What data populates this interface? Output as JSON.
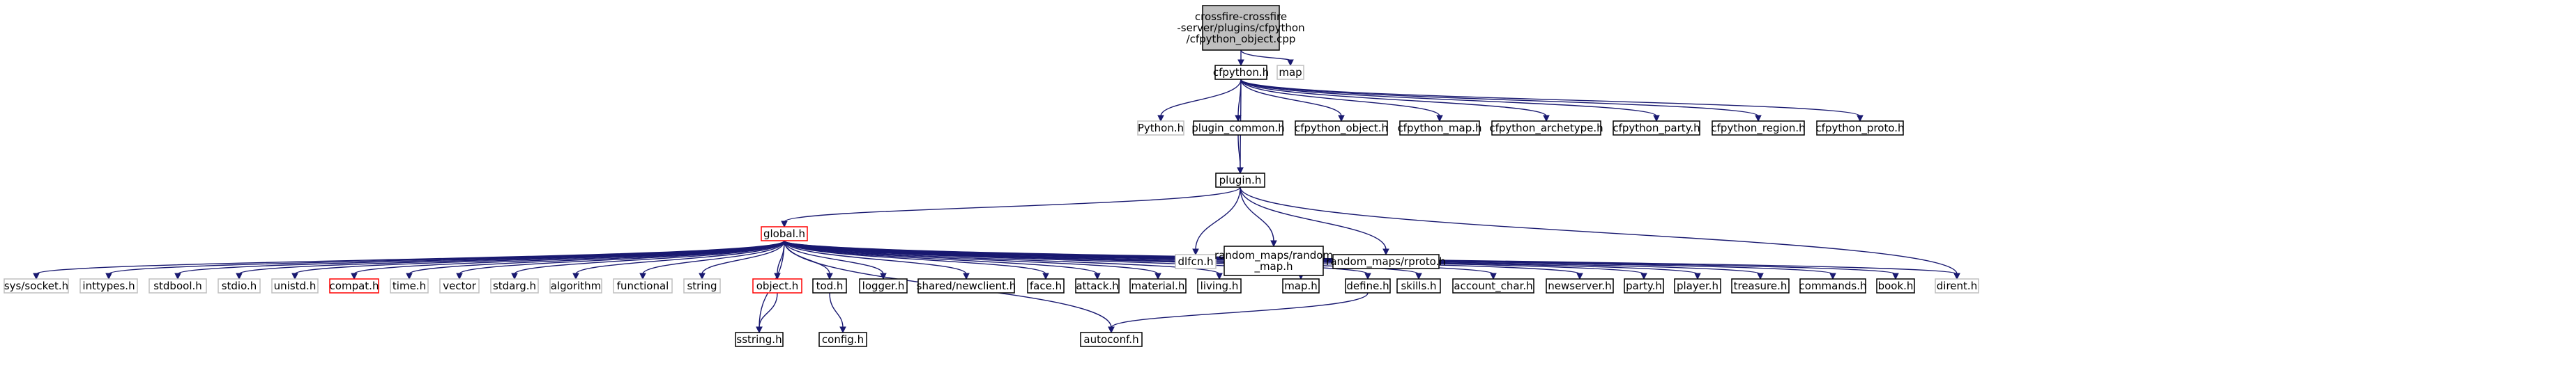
{
  "diagram": {
    "nodes": [
      {
        "id": "root",
        "lines": [
          "crossfire-crossfire",
          "-server/plugins/cfpython",
          "/cfpython_object.cpp"
        ],
        "style": "root"
      },
      {
        "id": "cfpython_h",
        "lines": [
          "cfpython.h"
        ],
        "style": "solid"
      },
      {
        "id": "map",
        "lines": [
          "map"
        ],
        "style": "grey"
      },
      {
        "id": "python_h",
        "lines": [
          "Python.h"
        ],
        "style": "grey"
      },
      {
        "id": "plugin_common_h",
        "lines": [
          "plugin_common.h"
        ],
        "style": "solid"
      },
      {
        "id": "cfpython_object_h",
        "lines": [
          "cfpython_object.h"
        ],
        "style": "solid"
      },
      {
        "id": "cfpython_map_h",
        "lines": [
          "cfpython_map.h"
        ],
        "style": "solid"
      },
      {
        "id": "cfpython_archetype_h",
        "lines": [
          "cfpython_archetype.h"
        ],
        "style": "solid"
      },
      {
        "id": "cfpython_party_h",
        "lines": [
          "cfpython_party.h"
        ],
        "style": "solid"
      },
      {
        "id": "cfpython_region_h",
        "lines": [
          "cfpython_region.h"
        ],
        "style": "solid"
      },
      {
        "id": "cfpython_proto_h",
        "lines": [
          "cfpython_proto.h"
        ],
        "style": "solid"
      },
      {
        "id": "plugin_h",
        "lines": [
          "plugin.h"
        ],
        "style": "solid"
      },
      {
        "id": "global_h",
        "lines": [
          "global.h"
        ],
        "style": "red"
      },
      {
        "id": "dlfcn_h",
        "lines": [
          "dlfcn.h"
        ],
        "style": "grey"
      },
      {
        "id": "random_map_h",
        "lines": [
          "random_maps/random",
          "_map.h"
        ],
        "style": "solid"
      },
      {
        "id": "rproto_h",
        "lines": [
          "random_maps/rproto.h"
        ],
        "style": "solid"
      },
      {
        "id": "dirent_h",
        "lines": [
          "dirent.h"
        ],
        "style": "grey"
      },
      {
        "id": "sys_socket_h",
        "lines": [
          "sys/socket.h"
        ],
        "style": "grey"
      },
      {
        "id": "inttypes_h",
        "lines": [
          "inttypes.h"
        ],
        "style": "grey"
      },
      {
        "id": "stdbool_h",
        "lines": [
          "stdbool.h"
        ],
        "style": "grey"
      },
      {
        "id": "stdio_h",
        "lines": [
          "stdio.h"
        ],
        "style": "grey"
      },
      {
        "id": "unistd_h",
        "lines": [
          "unistd.h"
        ],
        "style": "grey"
      },
      {
        "id": "compat_h",
        "lines": [
          "compat.h"
        ],
        "style": "red"
      },
      {
        "id": "time_h",
        "lines": [
          "time.h"
        ],
        "style": "grey"
      },
      {
        "id": "vector",
        "lines": [
          "vector"
        ],
        "style": "grey"
      },
      {
        "id": "stdarg_h",
        "lines": [
          "stdarg.h"
        ],
        "style": "grey"
      },
      {
        "id": "algorithm",
        "lines": [
          "algorithm"
        ],
        "style": "grey"
      },
      {
        "id": "functional",
        "lines": [
          "functional"
        ],
        "style": "grey"
      },
      {
        "id": "string",
        "lines": [
          "string"
        ],
        "style": "grey"
      },
      {
        "id": "object_h",
        "lines": [
          "object.h"
        ],
        "style": "red"
      },
      {
        "id": "tod_h",
        "lines": [
          "tod.h"
        ],
        "style": "solid"
      },
      {
        "id": "logger_h",
        "lines": [
          "logger.h"
        ],
        "style": "solid"
      },
      {
        "id": "shared_newclient_h",
        "lines": [
          "shared/newclient.h"
        ],
        "style": "solid"
      },
      {
        "id": "face_h",
        "lines": [
          "face.h"
        ],
        "style": "solid"
      },
      {
        "id": "attack_h",
        "lines": [
          "attack.h"
        ],
        "style": "solid"
      },
      {
        "id": "material_h",
        "lines": [
          "material.h"
        ],
        "style": "solid"
      },
      {
        "id": "living_h",
        "lines": [
          "living.h"
        ],
        "style": "solid"
      },
      {
        "id": "map_h",
        "lines": [
          "map.h"
        ],
        "style": "solid"
      },
      {
        "id": "define_h",
        "lines": [
          "define.h"
        ],
        "style": "solid"
      },
      {
        "id": "skills_h",
        "lines": [
          "skills.h"
        ],
        "style": "solid"
      },
      {
        "id": "account_char_h",
        "lines": [
          "account_char.h"
        ],
        "style": "solid"
      },
      {
        "id": "newserver_h",
        "lines": [
          "newserver.h"
        ],
        "style": "solid"
      },
      {
        "id": "party_h",
        "lines": [
          "party.h"
        ],
        "style": "solid"
      },
      {
        "id": "player_h",
        "lines": [
          "player.h"
        ],
        "style": "solid"
      },
      {
        "id": "treasure_h",
        "lines": [
          "treasure.h"
        ],
        "style": "solid"
      },
      {
        "id": "commands_h",
        "lines": [
          "commands.h"
        ],
        "style": "solid"
      },
      {
        "id": "book_h",
        "lines": [
          "book.h"
        ],
        "style": "solid"
      },
      {
        "id": "sstring_h",
        "lines": [
          "sstring.h"
        ],
        "style": "solid"
      },
      {
        "id": "config_h",
        "lines": [
          "config.h"
        ],
        "style": "solid"
      },
      {
        "id": "autoconf_h",
        "lines": [
          "autoconf.h"
        ],
        "style": "solid"
      }
    ],
    "edges": [
      [
        "root",
        "cfpython_h"
      ],
      [
        "root",
        "map"
      ],
      [
        "cfpython_h",
        "python_h"
      ],
      [
        "cfpython_h",
        "plugin_common_h"
      ],
      [
        "cfpython_h",
        "plugin_h"
      ],
      [
        "cfpython_h",
        "cfpython_object_h"
      ],
      [
        "cfpython_h",
        "cfpython_map_h"
      ],
      [
        "cfpython_h",
        "cfpython_archetype_h"
      ],
      [
        "cfpython_h",
        "cfpython_party_h"
      ],
      [
        "cfpython_h",
        "cfpython_region_h"
      ],
      [
        "cfpython_h",
        "cfpython_proto_h"
      ],
      [
        "plugin_common_h",
        "plugin_h"
      ],
      [
        "plugin_h",
        "global_h"
      ],
      [
        "plugin_h",
        "dlfcn_h"
      ],
      [
        "plugin_h",
        "random_map_h"
      ],
      [
        "plugin_h",
        "rproto_h"
      ],
      [
        "plugin_h",
        "dirent_h"
      ],
      [
        "global_h",
        "sys_socket_h"
      ],
      [
        "global_h",
        "inttypes_h"
      ],
      [
        "global_h",
        "stdbool_h"
      ],
      [
        "global_h",
        "stdio_h"
      ],
      [
        "global_h",
        "unistd_h"
      ],
      [
        "global_h",
        "compat_h"
      ],
      [
        "global_h",
        "time_h"
      ],
      [
        "global_h",
        "vector"
      ],
      [
        "global_h",
        "stdarg_h"
      ],
      [
        "global_h",
        "algorithm"
      ],
      [
        "global_h",
        "functional"
      ],
      [
        "global_h",
        "string"
      ],
      [
        "global_h",
        "object_h"
      ],
      [
        "global_h",
        "tod_h"
      ],
      [
        "global_h",
        "logger_h"
      ],
      [
        "global_h",
        "shared_newclient_h"
      ],
      [
        "global_h",
        "face_h"
      ],
      [
        "global_h",
        "attack_h"
      ],
      [
        "global_h",
        "material_h"
      ],
      [
        "global_h",
        "living_h"
      ],
      [
        "global_h",
        "map_h"
      ],
      [
        "global_h",
        "define_h"
      ],
      [
        "global_h",
        "skills_h"
      ],
      [
        "global_h",
        "account_char_h"
      ],
      [
        "global_h",
        "newserver_h"
      ],
      [
        "global_h",
        "party_h"
      ],
      [
        "global_h",
        "player_h"
      ],
      [
        "global_h",
        "treasure_h"
      ],
      [
        "global_h",
        "commands_h"
      ],
      [
        "global_h",
        "book_h"
      ],
      [
        "global_h",
        "dirent_h"
      ],
      [
        "global_h",
        "sstring_h"
      ],
      [
        "global_h",
        "autoconf_h"
      ],
      [
        "object_h",
        "sstring_h"
      ],
      [
        "tod_h",
        "config_h"
      ],
      [
        "define_h",
        "autoconf_h"
      ]
    ],
    "colors": {
      "edge": "#191970",
      "box": "#000000",
      "grey_box": "#bfbfbf",
      "red_box": "#ff0000",
      "root_fill": "#bfbfbf"
    }
  }
}
